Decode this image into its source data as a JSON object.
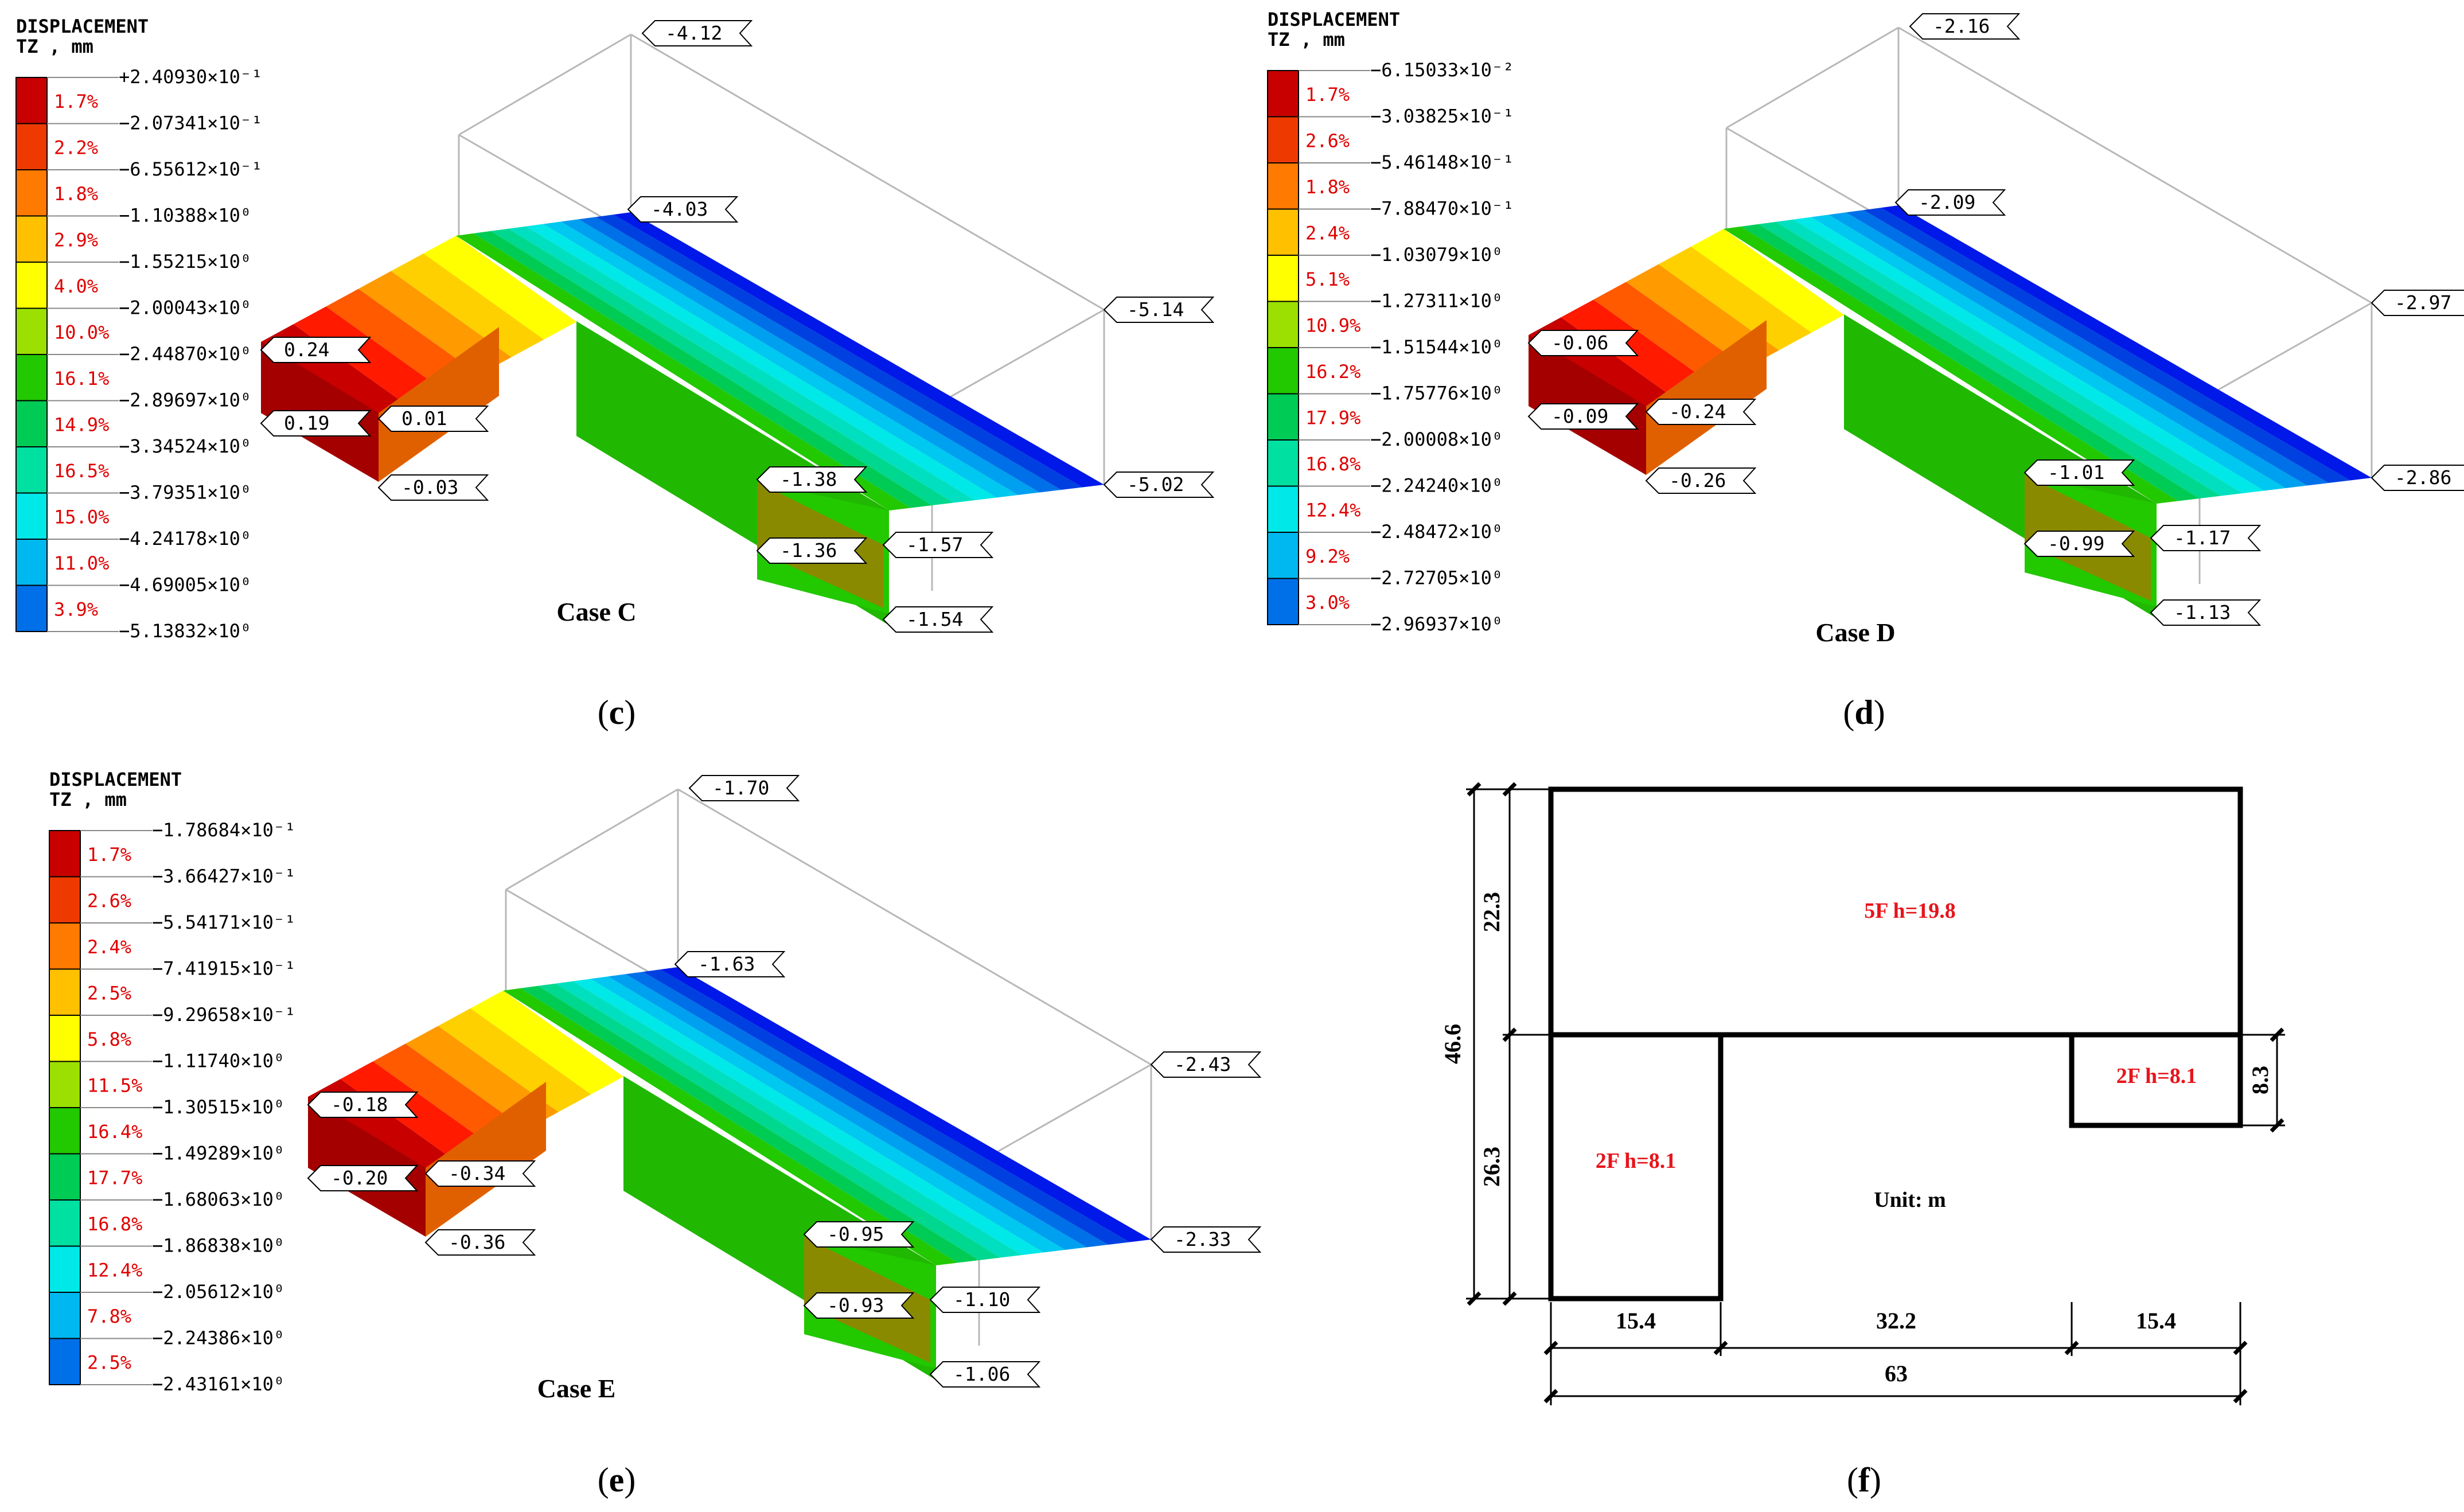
{
  "panels": [
    {
      "id": "c",
      "case_label": "Case C",
      "sub_label": "c",
      "legend": {
        "title": "DISPLACEMENT",
        "subtitle": "TZ , mm",
        "values": [
          "+2.40930×10⁻¹",
          "−2.07341×10⁻¹",
          "−6.55612×10⁻¹",
          "−1.10388×10⁰",
          "−1.55215×10⁰",
          "−2.00043×10⁰",
          "−2.44870×10⁰",
          "−2.89697×10⁰",
          "−3.34524×10⁰",
          "−3.79351×10⁰",
          "−4.24178×10⁰",
          "−4.69005×10⁰",
          "−5.13832×10⁰"
        ],
        "percents": [
          "1.7%",
          "2.2%",
          "1.8%",
          "2.9%",
          "4.0%",
          "10.0%",
          "16.1%",
          "14.9%",
          "16.5%",
          "15.0%",
          "11.0%",
          "3.9%"
        ]
      },
      "flags": [
        "-4.12",
        "-4.03",
        "-5.14",
        "-5.02",
        "0.24",
        "0.19",
        "0.01",
        "-0.03",
        "-1.38",
        "-1.36",
        "-1.57",
        "-1.54"
      ]
    },
    {
      "id": "d",
      "case_label": "Case D",
      "sub_label": "d",
      "legend": {
        "title": "DISPLACEMENT",
        "subtitle": "TZ , mm",
        "values": [
          "−6.15033×10⁻²",
          "−3.03825×10⁻¹",
          "−5.46148×10⁻¹",
          "−7.88470×10⁻¹",
          "−1.03079×10⁰",
          "−1.27311×10⁰",
          "−1.51544×10⁰",
          "−1.75776×10⁰",
          "−2.00008×10⁰",
          "−2.24240×10⁰",
          "−2.48472×10⁰",
          "−2.72705×10⁰",
          "−2.96937×10⁰"
        ],
        "percents": [
          "1.7%",
          "2.6%",
          "1.8%",
          "2.4%",
          "5.1%",
          "10.9%",
          "16.2%",
          "17.9%",
          "16.8%",
          "12.4%",
          "9.2%",
          "3.0%"
        ]
      },
      "flags": [
        "-2.16",
        "-2.09",
        "-2.97",
        "-2.86",
        "-0.06",
        "-0.09",
        "-0.24",
        "-0.26",
        "-1.01",
        "-0.99",
        "-1.17",
        "-1.13"
      ]
    },
    {
      "id": "e",
      "case_label": "Case E",
      "sub_label": "e",
      "legend": {
        "title": "DISPLACEMENT",
        "subtitle": "TZ , mm",
        "values": [
          "−1.78684×10⁻¹",
          "−3.66427×10⁻¹",
          "−5.54171×10⁻¹",
          "−7.41915×10⁻¹",
          "−9.29658×10⁻¹",
          "−1.11740×10⁰",
          "−1.30515×10⁰",
          "−1.49289×10⁰",
          "−1.68063×10⁰",
          "−1.86838×10⁰",
          "−2.05612×10⁰",
          "−2.24386×10⁰",
          "−2.43161×10⁰"
        ],
        "percents": [
          "1.7%",
          "2.6%",
          "2.4%",
          "2.5%",
          "5.8%",
          "11.5%",
          "16.4%",
          "17.7%",
          "16.8%",
          "12.4%",
          "7.8%",
          "2.5%"
        ]
      },
      "flags": [
        "-1.70",
        "-1.63",
        "-2.43",
        "-2.33",
        "-0.18",
        "-0.20",
        "-0.34",
        "-0.36",
        "-0.95",
        "-0.93",
        "-1.10",
        "-1.06"
      ]
    }
  ],
  "plan": {
    "sub_label": "f",
    "label_5f": "5F  h=19.8",
    "label_2f_left": "2F  h=8.1",
    "label_2f_right": "2F  h=8.1",
    "unit": "Unit: m",
    "dim_total_height": "46.6",
    "dim_upper": "22.3",
    "dim_lower": "26.3",
    "dim_right": "8.3",
    "dim_w1": "15.4",
    "dim_w2": "32.2",
    "dim_w3": "15.4",
    "dim_total_width": "63"
  },
  "colors": {
    "scale": [
      "#c80000",
      "#ee3a00",
      "#ff7a00",
      "#ffc000",
      "#ffff00",
      "#9be000",
      "#22c800",
      "#00cc55",
      "#00e0a0",
      "#00e8e8",
      "#00b8f0",
      "#0070e8",
      "#0018e8"
    ],
    "plan_red": "#e8141b"
  }
}
